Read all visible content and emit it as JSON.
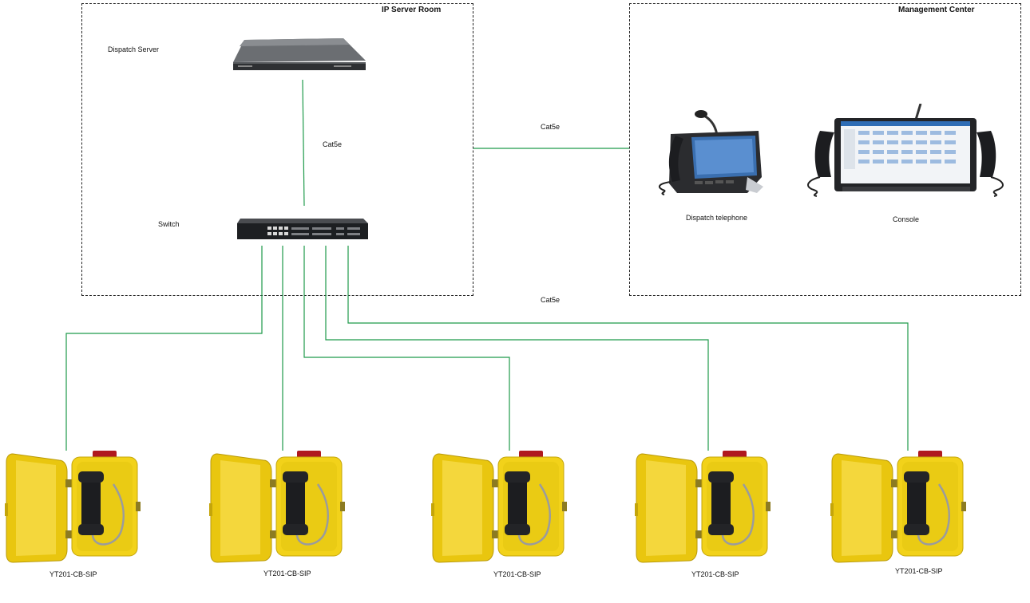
{
  "zones": {
    "server_room": {
      "title": "IP Server Room"
    },
    "management": {
      "title": "Management Center"
    }
  },
  "devices": {
    "dispatch_server": {
      "label": "Dispatch Server"
    },
    "switch": {
      "label": "Switch"
    },
    "dispatch_telephone": {
      "label": "Dispatch telephone"
    },
    "console": {
      "label": "Console"
    }
  },
  "links": {
    "server_switch": "Cat5e",
    "room_to_center": "Cat5e",
    "switch_to_phones": "Cat5e"
  },
  "phones": [
    {
      "label": "YT201-CB-SIP"
    },
    {
      "label": "YT201-CB-SIP"
    },
    {
      "label": "YT201-CB-SIP"
    },
    {
      "label": "YT201-CB-SIP"
    },
    {
      "label": "YT201-CB-SIP"
    }
  ],
  "colors": {
    "wire": "#1e9a4a",
    "phone_body": "#f2d21a",
    "beacon": "#b0191e"
  }
}
